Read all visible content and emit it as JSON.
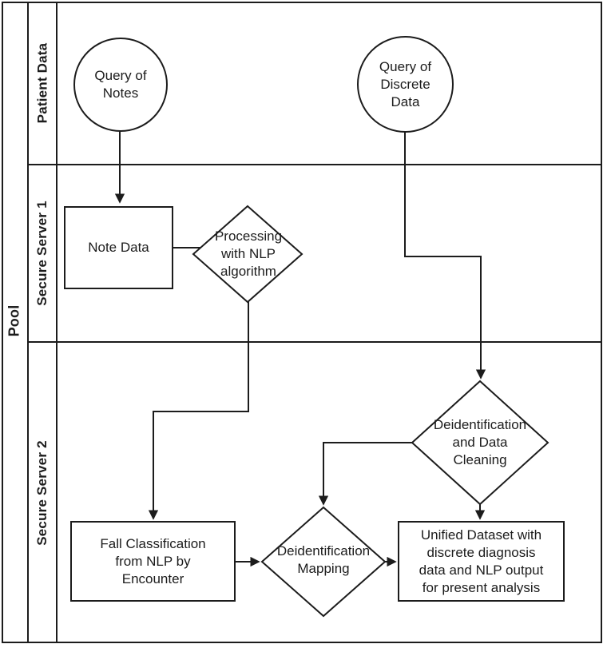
{
  "pool": {
    "label": "Pool"
  },
  "lanes": [
    {
      "label": "Patient Data"
    },
    {
      "label": "Secure Server 1"
    },
    {
      "label": "Secure Server 2"
    }
  ],
  "nodes": {
    "query_notes": {
      "shape": "circle",
      "lane": "Patient Data",
      "label": "Query of\nNotes"
    },
    "query_discrete": {
      "shape": "circle",
      "lane": "Patient Data",
      "label": "Query of\nDiscrete\nData"
    },
    "note_data": {
      "shape": "rectangle",
      "lane": "Secure Server 1",
      "label": "Note Data"
    },
    "processing_nlp": {
      "shape": "diamond",
      "lane": "Secure Server 1",
      "label": "Processing\nwith NLP\nalgorithm"
    },
    "deident_cleaning": {
      "shape": "diamond",
      "lane": "Secure Server 2",
      "label": "Deidentification\nand Data\nCleaning"
    },
    "fall_classification": {
      "shape": "rectangle",
      "lane": "Secure Server 2",
      "label": "Fall Classification\nfrom NLP by\nEncounter"
    },
    "deident_mapping": {
      "shape": "diamond",
      "lane": "Secure Server 2",
      "label": "Deidentification\nMapping"
    },
    "unified_dataset": {
      "shape": "rectangle",
      "lane": "Secure Server 2",
      "label": "Unified Dataset with\ndiscrete diagnosis\ndata and NLP output\nfor present analysis"
    }
  },
  "edges": [
    {
      "from": "query_notes",
      "to": "note_data"
    },
    {
      "from": "note_data",
      "to": "processing_nlp"
    },
    {
      "from": "processing_nlp",
      "to": "fall_classification"
    },
    {
      "from": "query_discrete",
      "to": "deident_cleaning"
    },
    {
      "from": "deident_cleaning",
      "to": "deident_mapping"
    },
    {
      "from": "deident_cleaning",
      "to": "unified_dataset"
    },
    {
      "from": "fall_classification",
      "to": "deident_mapping"
    },
    {
      "from": "deident_mapping",
      "to": "unified_dataset"
    }
  ],
  "colors": {
    "line": "#1c1c1c",
    "background": "#ffffff"
  }
}
